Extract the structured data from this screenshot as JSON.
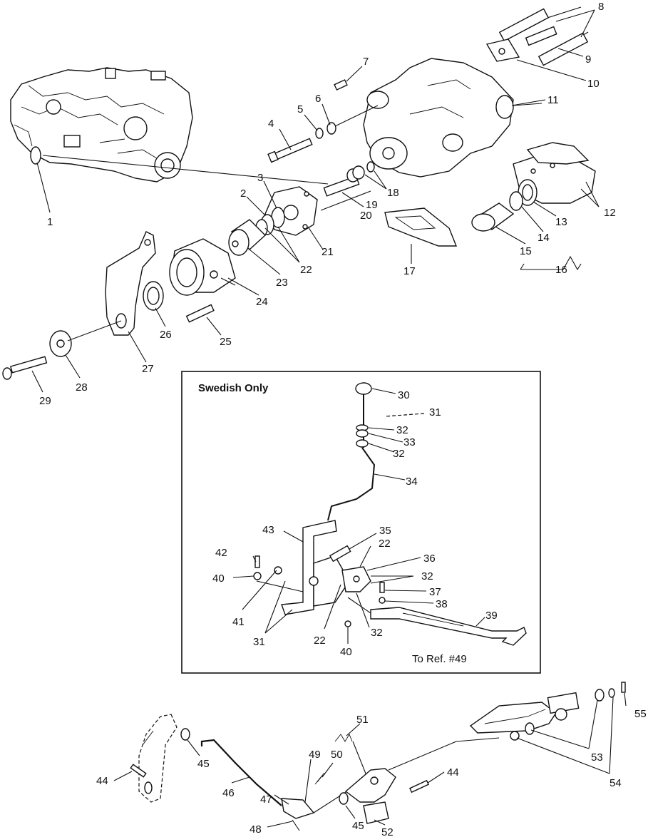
{
  "inset": {
    "title": "Swedish Only",
    "note": "To Ref. #49"
  },
  "callouts": [
    {
      "id": "c1",
      "text": "1"
    },
    {
      "id": "c2",
      "text": "2"
    },
    {
      "id": "c3",
      "text": "3"
    },
    {
      "id": "c4",
      "text": "4"
    },
    {
      "id": "c5",
      "text": "5"
    },
    {
      "id": "c6",
      "text": "6"
    },
    {
      "id": "c7",
      "text": "7"
    },
    {
      "id": "c8",
      "text": "8"
    },
    {
      "id": "c9",
      "text": "9"
    },
    {
      "id": "c10",
      "text": "10"
    },
    {
      "id": "c11",
      "text": "11"
    },
    {
      "id": "c12",
      "text": "12"
    },
    {
      "id": "c13",
      "text": "13"
    },
    {
      "id": "c14",
      "text": "14"
    },
    {
      "id": "c15",
      "text": "15"
    },
    {
      "id": "c16",
      "text": "16"
    },
    {
      "id": "c17",
      "text": "17"
    },
    {
      "id": "c18",
      "text": "18"
    },
    {
      "id": "c19",
      "text": "19"
    },
    {
      "id": "c20",
      "text": "20"
    },
    {
      "id": "c21",
      "text": "21"
    },
    {
      "id": "c22a",
      "text": "22"
    },
    {
      "id": "c23",
      "text": "23"
    },
    {
      "id": "c24",
      "text": "24"
    },
    {
      "id": "c25",
      "text": "25"
    },
    {
      "id": "c26",
      "text": "26"
    },
    {
      "id": "c27",
      "text": "27"
    },
    {
      "id": "c28",
      "text": "28"
    },
    {
      "id": "c29",
      "text": "29"
    },
    {
      "id": "c30",
      "text": "30"
    },
    {
      "id": "c31a",
      "text": "31"
    },
    {
      "id": "c32a",
      "text": "32"
    },
    {
      "id": "c33",
      "text": "33"
    },
    {
      "id": "c32b",
      "text": "32"
    },
    {
      "id": "c34",
      "text": "34"
    },
    {
      "id": "c35",
      "text": "35"
    },
    {
      "id": "c43",
      "text": "43"
    },
    {
      "id": "c22b",
      "text": "22"
    },
    {
      "id": "c36",
      "text": "36"
    },
    {
      "id": "c42",
      "text": "42"
    },
    {
      "id": "c32c",
      "text": "32"
    },
    {
      "id": "c40a",
      "text": "40"
    },
    {
      "id": "c37",
      "text": "37"
    },
    {
      "id": "c38",
      "text": "38"
    },
    {
      "id": "c41",
      "text": "41"
    },
    {
      "id": "c39",
      "text": "39"
    },
    {
      "id": "c31b",
      "text": "31"
    },
    {
      "id": "c22c",
      "text": "22"
    },
    {
      "id": "c32d",
      "text": "32"
    },
    {
      "id": "c40b",
      "text": "40"
    },
    {
      "id": "c51",
      "text": "51"
    },
    {
      "id": "c55",
      "text": "55"
    },
    {
      "id": "c49",
      "text": "49"
    },
    {
      "id": "c50",
      "text": "50"
    },
    {
      "id": "c45a",
      "text": "45"
    },
    {
      "id": "c53",
      "text": "53"
    },
    {
      "id": "c44a",
      "text": "44"
    },
    {
      "id": "c44b",
      "text": "44"
    },
    {
      "id": "c46",
      "text": "46"
    },
    {
      "id": "c47",
      "text": "47"
    },
    {
      "id": "c54",
      "text": "54"
    },
    {
      "id": "c48",
      "text": "48"
    },
    {
      "id": "c45b",
      "text": "45"
    },
    {
      "id": "c52",
      "text": "52"
    }
  ]
}
